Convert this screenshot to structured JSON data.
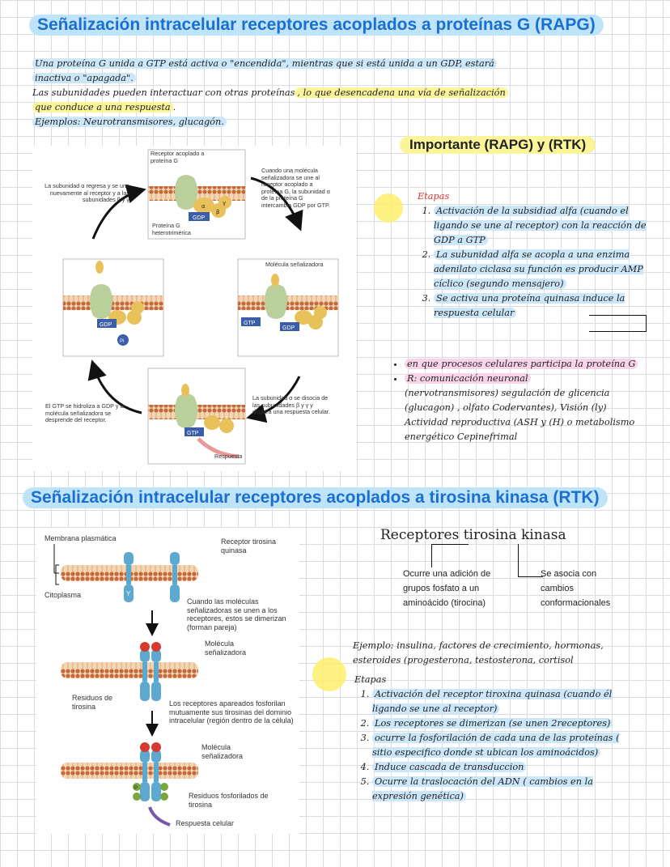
{
  "section1": {
    "title": "Señalización intracelular receptores acoplados a proteínas G (RAPG)",
    "intro": [
      "Una proteína G unida a GTP está activa o \"encendida\", mientras que si está unida a un GDP, estará",
      "inactiva o \"apagada\".",
      "Las subunidades pueden interactuar con otras proteínas",
      ", lo que desencadena una vía de señalización",
      "que conduce a una respuesta",
      ".",
      "Ejemplos: Neurotransmisores, glucagón."
    ],
    "figure": {
      "receptor": "Receptor acoplado a proteína G",
      "protein_g": "Proteína G heterotrimérica",
      "step_right": "Cuando una molécula señalizadora se une al receptor acoplado a proteína G, la subunidad α de la proteína G intercambia GDP por GTP.",
      "signal_molecule": "Molécula señalizadora",
      "step_bottom_right": "La subunidad α se disocia de las subunidades β y γ y dispara una respuesta celular.",
      "step_bottom_left": "El GTP se hidroliza a GDP y la molécula señalizadora se desprende del receptor.",
      "step_left": "La subunidad α regresa y se une nuevamente al receptor y a las subunidades β y γ",
      "response": "Respuesta",
      "gdp": "GDP",
      "gtp": "GTP",
      "pi": "Pi",
      "alpha": "α",
      "beta": "β",
      "gamma": "γ"
    },
    "important_title": "Importante (RAPG) y (RTK)",
    "stages_label": "Etapas",
    "steps": [
      "Activación de la subsidiad alfa (cuando el ligando se une al receptor) con la reacción de GDP a GTP",
      "La subunidad alfa se acopla a una enzima adenilato ciclasa  su función es producir AMP cíclico (segundo mensajero)",
      "Se activa una proteína quinasa induce la respuesta celular"
    ],
    "bullets": [
      "en que procesos celulares participa la proteína G",
      "R: comunicación neuronal",
      "(nervotransmisores) segulación de glicencia (glucagon) , olfato Codervantes), Visión (ly) Actividad reproductiva (ASH y (H) o metabolismo energético Cepinefrimal"
    ]
  },
  "section2": {
    "title": "Señalización intracelular receptores acoplados a tirosina kinasa (RTK)",
    "figure": {
      "membrane": "Membrana plasmática",
      "receptor": "Receptor tirosina quinasa",
      "cytoplasm": "Citoplasma",
      "step1": "Cuando las moléculas señalizadoras se unen a los receptores, estos se dimerizan (forman pareja)",
      "signal_molecule_1": "Molécula señalizadora",
      "residues": "Residuos de tirosina",
      "step2": "Los receptores apareados fosforilan mutuamente sus tirosinas del dominio intracelular (región dentro de la célula)",
      "signal_molecule_2": "Molécula señalizadora",
      "phospho_residues": "Residuos fosforilados de tirosina",
      "response": "Respuesta celular",
      "y": "Y",
      "p": "P"
    },
    "rtk_heading": "Receptores tirosina kinasa",
    "branch_left": "Ocurre una adición de grupos fosfato a un aminoácido (tirocina)",
    "branch_right": "Se asocia con cambios conformacionales",
    "example": "Ejemplo: insulina, factores de crecimiento, hormonas, esteroides (progesterona, testosterona, cortisol",
    "stages_label": "Etapas",
    "steps": [
      "Activación del receptor tiroxina quinasa (cuando él ligando se une al receptor)",
      "Los receptores se dimerizan (se unen 2receptores)",
      "ocurre la fosforilación de cada una de las proteínas ( sitio especifico donde st ubican los aminoácidos)",
      "Induce cascada de transduccion",
      "Ocurre la traslocación del ADN ( cambios en la expresión genética)"
    ]
  },
  "colors": {
    "title_blue": "#1b6fd1",
    "highlight_blue": "#cbe7f9",
    "highlight_yellow": "#fbf59a",
    "highlight_pink": "#f9d3e8",
    "stage_red": "#d9362f"
  }
}
